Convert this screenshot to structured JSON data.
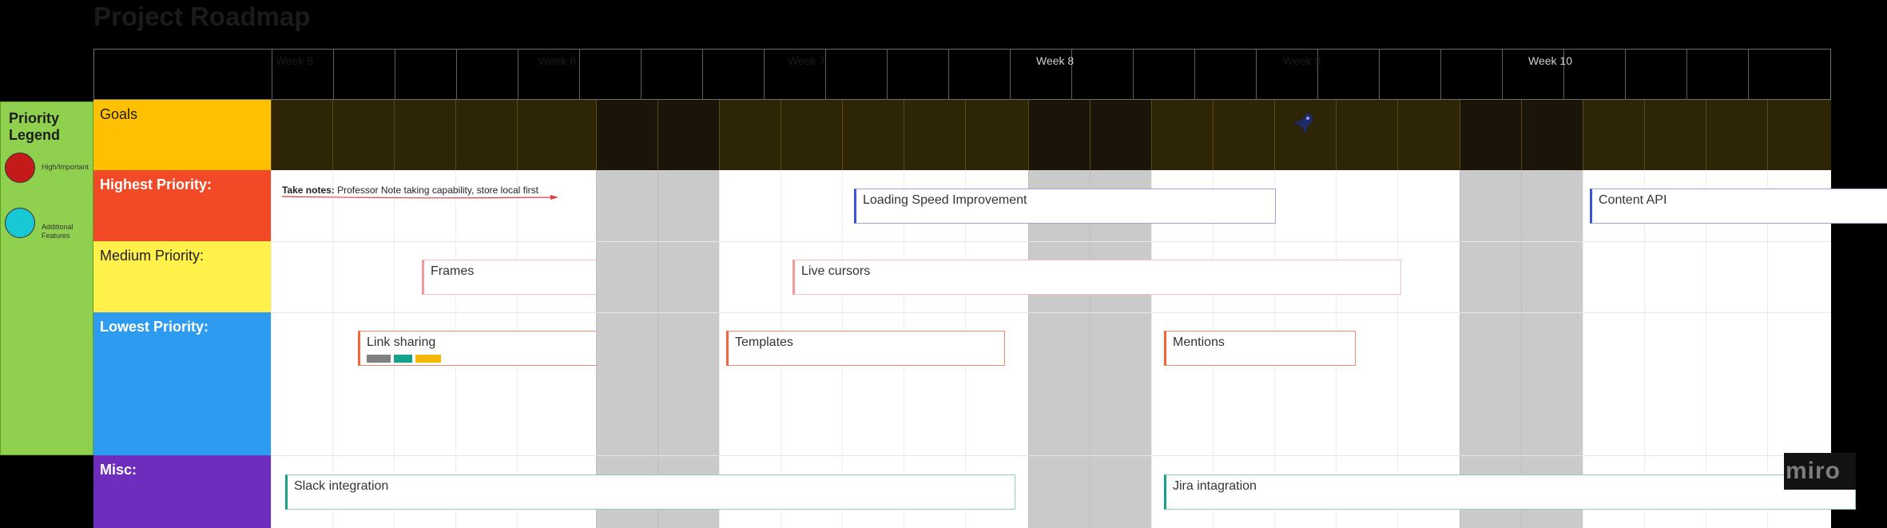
{
  "title": "Project Roadmap",
  "header": {
    "weeks": [
      "Week 5",
      "Week 6",
      "Week 7",
      "Week 8",
      "Week 9",
      "Week 10"
    ],
    "week_colors": [
      "#1b1b1b",
      "#1b1b1b",
      "#1b1b1b",
      "#cfcfcf",
      "#1b1b1b",
      "#cfcfcf"
    ]
  },
  "legend": {
    "title": "Priority Legend",
    "items": [
      {
        "label": "High/Important",
        "color": "#c51a1a"
      },
      {
        "label": "Additional Features",
        "color": "#18c8d4"
      }
    ]
  },
  "rows": {
    "goals": "Goals",
    "highest": "Highest Priority:",
    "medium": "Medium Priority:",
    "lowest": "Lowest Priority:",
    "misc": "Misc:"
  },
  "goals_icon": "rocket-icon",
  "note": {
    "bold": "Take notes:",
    "text": " Professor Note taking capability, store local first"
  },
  "cards": {
    "loading_speed": "Loading Speed Improvement",
    "content_api": "Content API",
    "frames": "Frames",
    "live_cursors": "Live cursors",
    "link_sharing": "Link sharing",
    "templates": "Templates",
    "mentions": "Mentions",
    "slack": "Slack integration",
    "jira": "Jira intagration"
  },
  "link_sharing_tags": [
    "#808080",
    "#12a38a",
    "#f5b800"
  ],
  "branding": "miro"
}
